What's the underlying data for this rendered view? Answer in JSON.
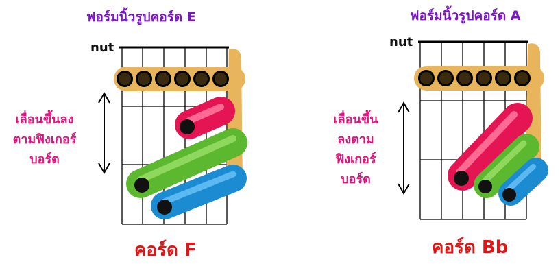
{
  "diagrams": [
    {
      "title": "ฟอร์มนิ้วรูปคอร์ด E",
      "nut_label": "nut",
      "instruction_lines": [
        "เลื่อนขึ้นลง",
        "ตามฟิงเกอร์",
        "บอร์ด"
      ],
      "chord_name": "คอร์ด F"
    },
    {
      "title": "ฟอร์มนิ้วรูปคอร์ด A",
      "nut_label": "nut",
      "instruction_lines": [
        "เลื่อนขึ้น",
        "ลงตาม",
        "ฟิงเกอร์",
        "บอร์ด"
      ],
      "chord_name": "คอร์ด Bb"
    }
  ],
  "colors": {
    "title": "#7a16c8",
    "instruction": "#e0147e",
    "chord_name": "#e21616",
    "barre": "#e8b45c",
    "finger_red": "#e51452",
    "finger_green": "#5cb82e",
    "finger_blue": "#1c8cd2",
    "finger_tip": "#111111"
  }
}
